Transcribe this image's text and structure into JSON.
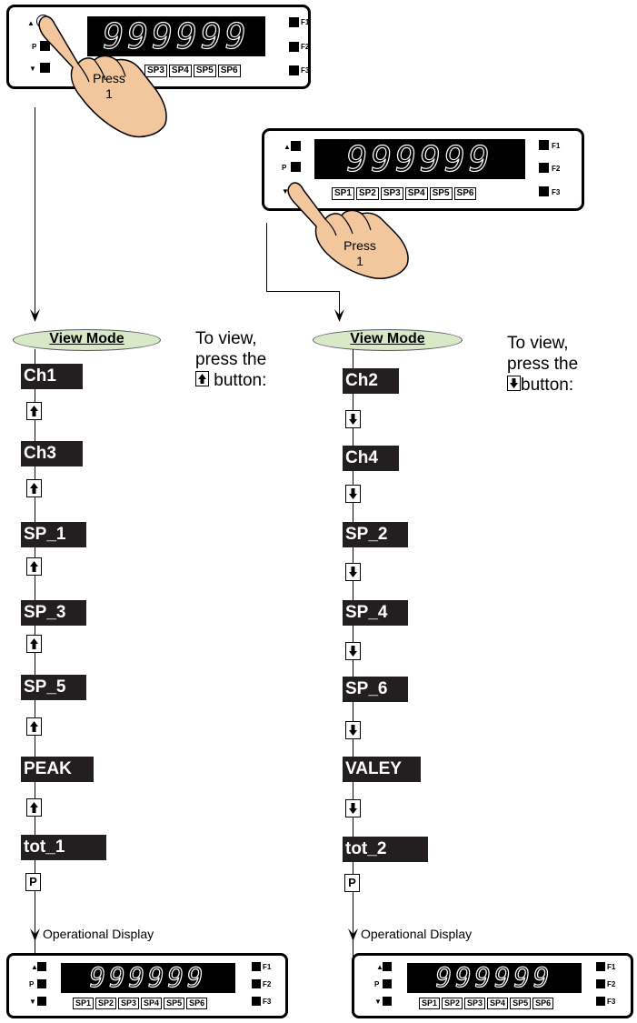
{
  "meter": {
    "display": "999999",
    "sp": [
      "SP1",
      "SP2",
      "SP3",
      "SP4",
      "SP5",
      "SP6"
    ],
    "keys_left": [
      "▲",
      "P",
      "▼"
    ],
    "keys_right": [
      "F1",
      "F2",
      "F3"
    ]
  },
  "press": {
    "line1": "Press",
    "line2": "1"
  },
  "left_flow": {
    "mode": "View Mode",
    "note": [
      "To view,",
      "press the",
      "button:"
    ],
    "steps": [
      "Ch1",
      "Ch3",
      "SP_1",
      "SP_3",
      "SP_5",
      "PEAK",
      "tot_1"
    ],
    "final_key": "P",
    "exit_label": "Operational Display"
  },
  "right_flow": {
    "mode": "View Mode",
    "note": [
      "To view,",
      "press the",
      "button:"
    ],
    "steps": [
      "Ch2",
      "Ch4",
      "SP_2",
      "SP_4",
      "SP_6",
      "VALEY",
      "tot_2"
    ],
    "final_key": "P",
    "exit_label": "Operational Display"
  },
  "icons": {
    "up": "up-arrow-key-icon",
    "down": "down-arrow-key-icon",
    "hand": "pointing-hand-icon"
  }
}
